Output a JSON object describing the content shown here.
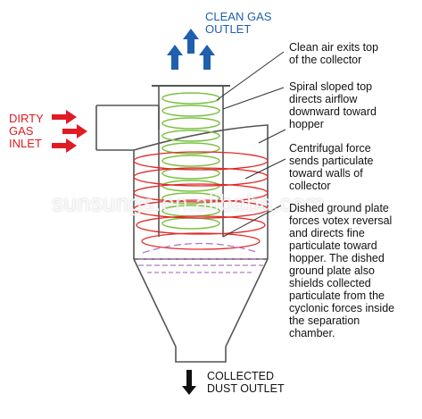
{
  "outlet_label": [
    "CLEAN GAS",
    "OUTLET"
  ],
  "inlet_label": [
    "DIRTY",
    "GAS",
    "INLET"
  ],
  "dust_label": [
    "COLLECTED",
    "DUST OUTLET"
  ],
  "notes": [
    [
      "Clean air exits top",
      "of the collector"
    ],
    [
      "Spiral sloped top",
      "directs airflow",
      "downward toward",
      "hopper"
    ],
    [
      "Centrifugal force",
      "sends particulate",
      "toward walls of",
      "collector"
    ],
    [
      "Dished ground plate",
      "forces votex reversal",
      "and directs fine",
      "particulate toward",
      "hopper. The dished",
      "ground plate also",
      "shields collected",
      "particulate from the",
      "cyclonic forces inside",
      "the separation",
      "chamber."
    ]
  ],
  "watermark": "sunsungs.en.alibaba.com",
  "colors": {
    "outline": "#555555",
    "clean_arrow": "#1f5fae",
    "dirty_arrow": "#e01b24",
    "spiral_green": "#7cc242",
    "spiral_red": "#e02a2a",
    "dished_plate": "#b07ac4",
    "dust_arrow": "#111111"
  },
  "icons": [
    "clean-gas-arrow-icon",
    "dirty-gas-arrow-icon",
    "dust-outlet-arrow-icon"
  ]
}
